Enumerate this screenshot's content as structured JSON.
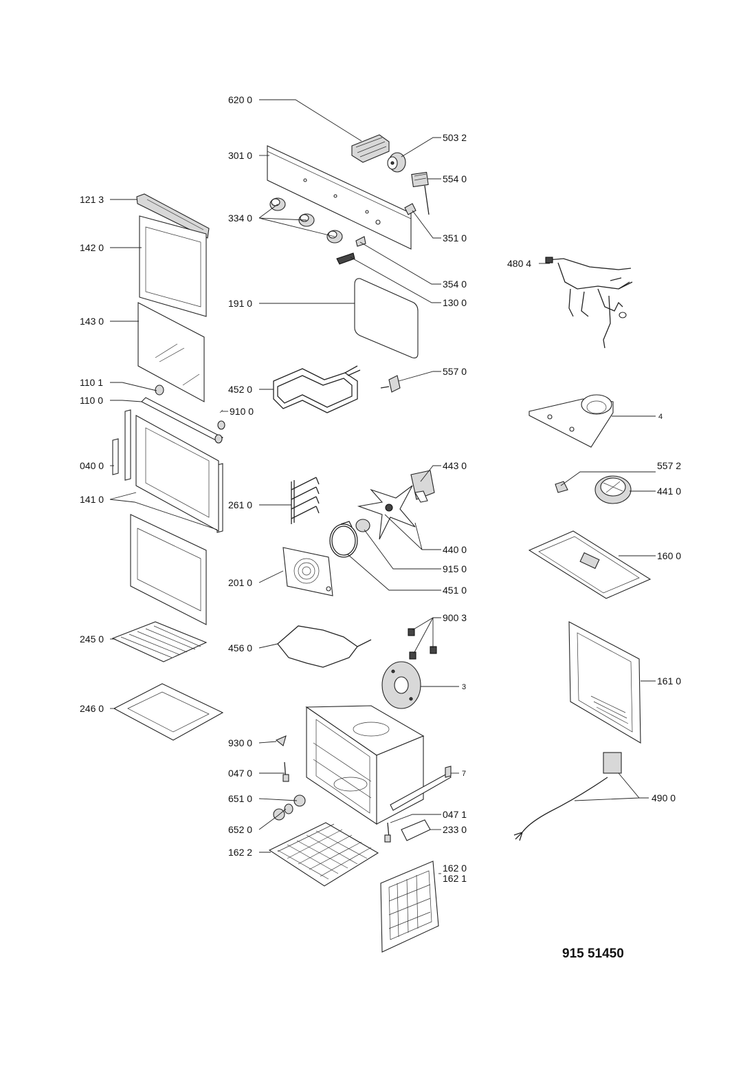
{
  "model_number": "915 51450",
  "parts": {
    "p6200": "620 0",
    "p5032": "503 2",
    "p3010": "301 0",
    "p5540": "554 0",
    "p1213": "121 3",
    "p3340": "334 0",
    "p3510": "351 0",
    "p1420": "142 0",
    "p4804": "480 4",
    "p3540": "354 0",
    "p1300": "130 0",
    "p1910": "191 0",
    "p1430": "143 0",
    "p5570": "557 0",
    "p1101": "110 1",
    "p4520": "452 0",
    "p1100": "110 0",
    "p9100": "910 0",
    "p4": "4",
    "p0400": "040 0",
    "p4430": "443 0",
    "p5572": "557 2",
    "p4410": "441 0",
    "p1410": "141 0",
    "p2610": "261 0",
    "p4400": "440 0",
    "p1600": "160 0",
    "p9150": "915 0",
    "p2010": "201 0",
    "p4510": "451 0",
    "p9003": "900 3",
    "p2450": "245 0",
    "p4560": "456 0",
    "p3": "3",
    "p1610": "161 0",
    "p2460": "246 0",
    "p9300": "930 0",
    "p0470": "047 0",
    "p7": "7",
    "p6510": "651 0",
    "p4900": "490 0",
    "p0471": "047 1",
    "p6520": "652 0",
    "p2330": "233 0",
    "p1622": "162 2",
    "p1620": "162 0",
    "p1621": "162 1"
  }
}
